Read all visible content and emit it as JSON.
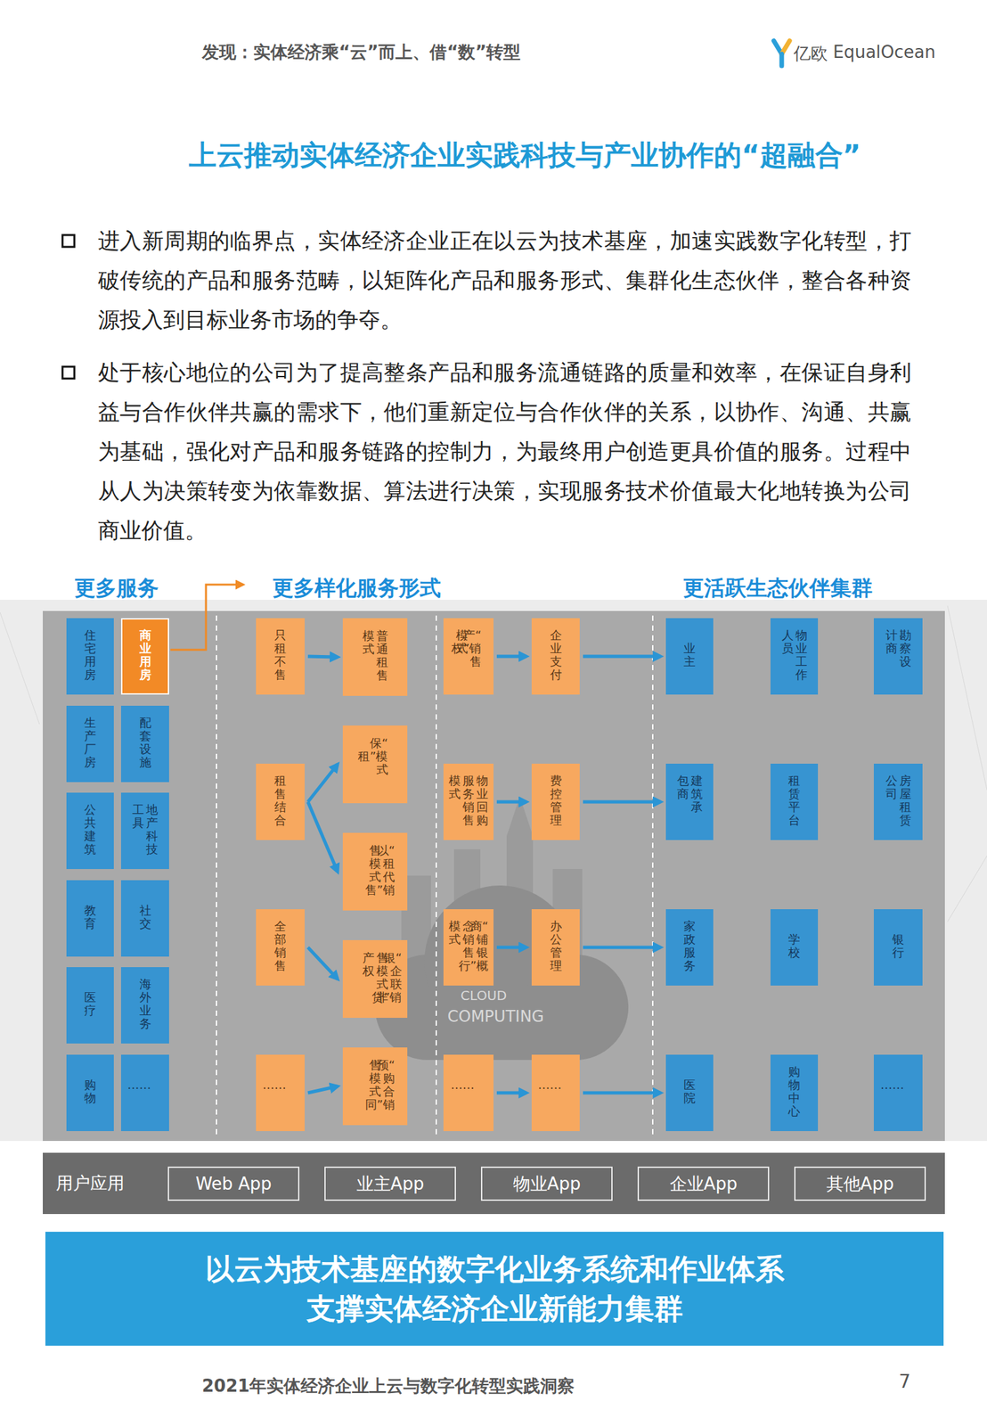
{
  "diagram": {
    "title": "上云推动实体经济企业实践科技与产业协作的“超融合”",
    "nodes": [
      {
        "text": [
          "住宅用房"
        ]
      },
      {
        "text": [
          "商业用房"
        ]
      },
      {
        "text": [
          "生产厂房"
        ]
      },
      {
        "text": [
          "配套设施"
        ]
      },
      {
        "text": [
          "公共建筑"
        ]
      },
      {
        "text": [
          "地产科技工具"
        ]
      },
      {
        "text": [
          "教育"
        ]
      },
      {
        "text": [
          "社交"
        ]
      },
      {
        "text": [
          "医疗"
        ]
      },
      {
        "text": [
          "海外业务"
        ]
      },
      {
        "text": [
          "购物"
        ]
      },
      {
        "text": [
          "……"
        ]
      },
      {
        "text": [
          "只租不售"
        ]
      },
      {
        "text": [
          "租售结合"
        ]
      },
      {
        "text": [
          "全部销售"
        ]
      },
      {
        "text": [
          "……"
        ]
      },
      {
        "text": [
          "普通租售模式"
        ]
      },
      {
        "text": [
          "“保租”模式"
        ]
      },
      {
        "text": [
          "“以租代售”销售模式"
        ]
      },
      {
        "text": [
          "“银企联贷”销售模式非产权"
        ]
      },
      {
        "text": [
          "“预购合同”销售模式"
        ]
      },
      {
        "text": [
          "“产权”销售模式"
        ]
      },
      {
        "text": [
          "物业回购服务销售模式"
        ]
      },
      {
        "text": [
          "“商铺银行”概念销售模式"
        ]
      },
      {
        "text": [
          "……"
        ]
      },
      {
        "text": [
          "企业支付"
        ]
      },
      {
        "text": [
          "费控管理"
        ]
      },
      {
        "text": [
          "办公管理"
        ]
      },
      {
        "text": [
          "……"
        ]
      },
      {
        "text": [
          "业主"
        ]
      },
      {
        "text": [
          "物业工作人员"
        ]
      },
      {
        "text": [
          "勘察设计商"
        ]
      },
      {
        "text": [
          "建筑承包商"
        ]
      },
      {
        "text": [
          "租赁平台"
        ]
      },
      {
        "text": [
          "房屋租赁公司"
        ]
      },
      {
        "text": [
          "家政服务"
        ]
      },
      {
        "text": [
          "学校"
        ]
      },
      {
        "text": [
          "银行"
        ]
      },
      {
        "text": [
          "医院"
        ]
      },
      {
        "text": [
          "购物中心"
        ]
      },
      {
        "text": [
          "……"
        ]
      },
      {
        "text": [
          "用户应用"
        ]
      },
      {
        "text": [
          "Web App"
        ],
        "in": 41
      },
      {
        "text": [
          "业主App"
        ],
        "in": 41
      },
      {
        "text": [
          "物业App"
        ],
        "in": 41
      },
      {
        "text": [
          "企业App"
        ],
        "in": 41
      },
      {
        "text": [
          "其他App"
        ],
        "in": 41
      },
      {
        "text": [
          "以云为技术基座的数字化业务系统和作业体系 支撑实体经济企业新能力集群"
        ]
      }
    ],
    "edges": [
      {
        "from": 12,
        "to": 16,
        "arrow": "to"
      },
      {
        "from": 13,
        "to": 17,
        "arrow": "to"
      },
      {
        "from": 13,
        "to": 18,
        "arrow": "to"
      },
      {
        "from": 14,
        "to": 19,
        "arrow": "to"
      },
      {
        "from": 15,
        "to": 20,
        "arrow": "to"
      },
      {
        "from": 21,
        "to": 25,
        "arrow": "to"
      },
      {
        "from": 22,
        "to": 26,
        "arrow": "to"
      },
      {
        "from": 23,
        "to": 27,
        "arrow": "to"
      },
      {
        "from": 24,
        "to": 28,
        "arrow": "to"
      },
      {
        "from": 25,
        "to": 29,
        "arrow": "to"
      },
      {
        "from": 26,
        "to": 32,
        "arrow": "to"
      },
      {
        "from": 27,
        "to": 35,
        "arrow": "to"
      },
      {
        "from": 28,
        "to": 38,
        "arrow": "to"
      }
    ],
    "labels": [
      "发现：实体经济乘“云”而上、借“数”转型",
      "亿欧",
      "EqualOcean",
      "进入新周期的临界点，实体经济企业正在以云为技术基座，加速实践数字化转型，打破传统的产品和服务范畴，以矩阵化产品和服务形式、集群化生态伙伴，整合各种资源投入到目标业务市场的争夺。",
      "处于核心地位的公司为了提高整条产品和服务流通链路的质量和效率，在保证自身利益与合作伙伴共赢的需求下，他们重新定位与合作伙伴的关系，以协作、沟通、共赢为基础，强化对产品和服务链路的控制力，为最终用户创造更具价值的服务。过程中从人为决策转变为依靠数据、算法进行决策，实现服务技术价值最大化地转换为公司商业价值。",
      "更多服务",
      "更多样化服务形式",
      "更活跃生态伙伴集群",
      "CLOUD",
      "COMPUTING",
      "2021年实体经济企业上云与数字化转型实践洞察",
      "7"
    ]
  }
}
